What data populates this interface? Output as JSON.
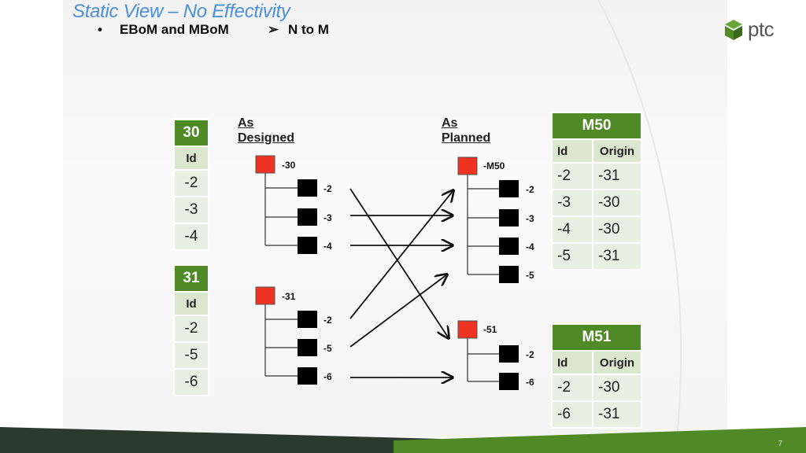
{
  "header": {
    "title": "Static View – No Effectivity",
    "bullet": "•",
    "bullet_text": "EBoM and MBoM",
    "arrow_glyph": "➢",
    "arrow_text": "N to M"
  },
  "logo": {
    "text": "ptc",
    "icon": "ptc-cube-icon",
    "color": "#4f8a26"
  },
  "page_number": "7",
  "colors": {
    "green_header": "#4f8a26",
    "cell_bg": "#e9efe3",
    "red_node": "#ee3322",
    "black_node": "#000000",
    "title_blue": "#4a8fd8"
  },
  "ebom_tables": [
    {
      "title": "30",
      "col": "Id",
      "rows": [
        "-2",
        "-3",
        "-4"
      ]
    },
    {
      "title": "31",
      "col": "Id",
      "rows": [
        "-2",
        "-5",
        "-6"
      ]
    }
  ],
  "mbom_tables": [
    {
      "title": "M50",
      "cols": [
        "Id",
        "Origin"
      ],
      "rows": [
        [
          "-2",
          "-31"
        ],
        [
          "-3",
          "-30"
        ],
        [
          "-4",
          "-30"
        ],
        [
          "-5",
          "-31"
        ]
      ]
    },
    {
      "title": "M51",
      "cols": [
        "Id",
        "Origin"
      ],
      "rows": [
        [
          "-2",
          "-30"
        ],
        [
          "-6",
          "-31"
        ]
      ]
    }
  ],
  "diagram": {
    "as_designed_label_1": "As",
    "as_designed_label_2": "Designed",
    "as_planned_label_1": "As",
    "as_planned_label_2": "Planned",
    "designed_roots": [
      {
        "label": "-30",
        "children": [
          "-2",
          "-3",
          "-4"
        ]
      },
      {
        "label": "-31",
        "children": [
          "-2",
          "-5",
          "-6"
        ]
      }
    ],
    "planned_roots": [
      {
        "label": "-M50",
        "children": [
          "-2",
          "-3",
          "-4",
          "-5"
        ]
      },
      {
        "label": "-51",
        "children": [
          "-2",
          "-6"
        ]
      }
    ]
  }
}
